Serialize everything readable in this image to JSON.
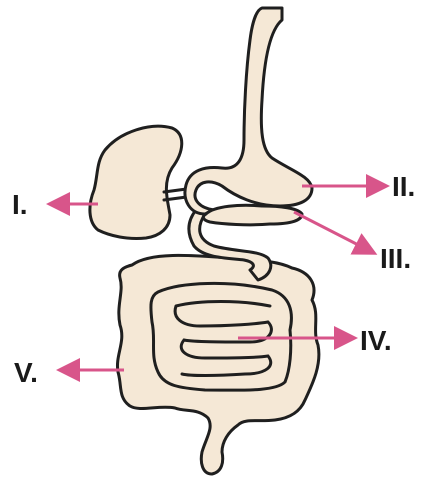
{
  "colors": {
    "arrow": "#d8558a",
    "organ_fill": "#f5e8d6",
    "outline": "#1f1f1f"
  },
  "labels": {
    "i": "I.",
    "ii": "II.",
    "iii": "III.",
    "iv": "IV.",
    "v": "V."
  }
}
